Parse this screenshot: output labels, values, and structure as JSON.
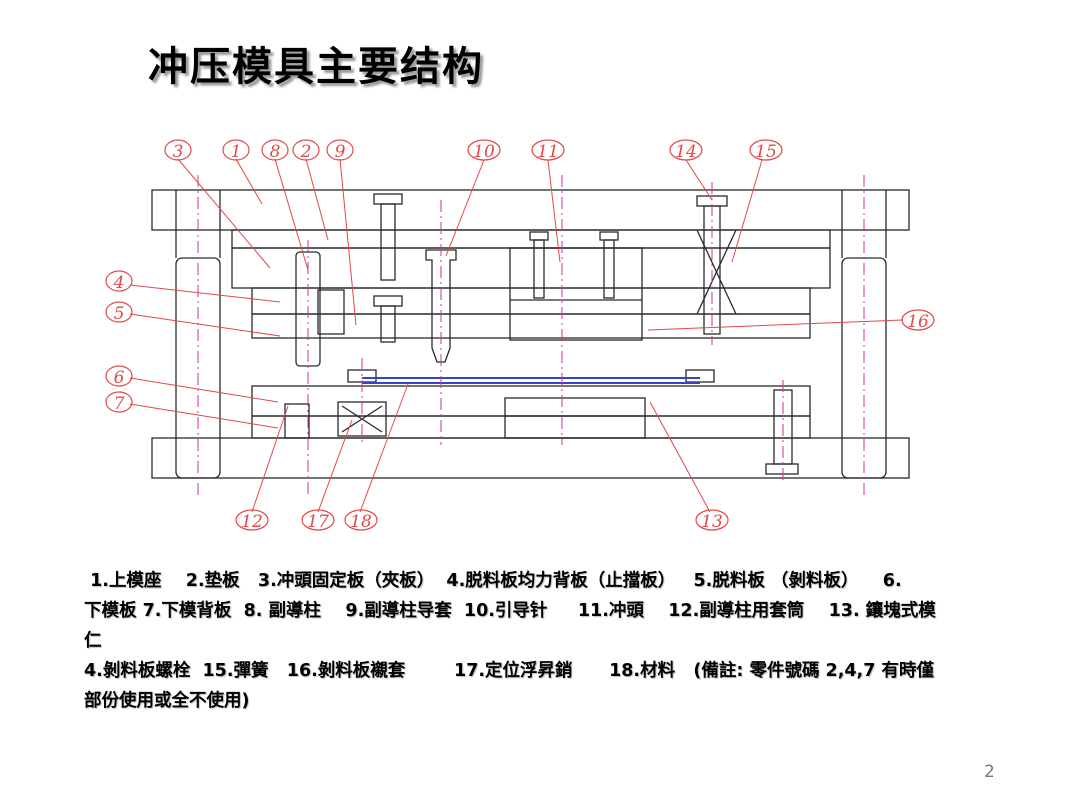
{
  "title": "冲压模具主要结构",
  "page_number": "2",
  "callouts": [
    "1",
    "2",
    "3",
    "4",
    "5",
    "6",
    "7",
    "8",
    "9",
    "10",
    "11",
    "12",
    "13",
    "14",
    "15",
    "16",
    "17",
    "18"
  ],
  "legend_lines": [
    " 1.上模座    2.垫板   3.冲頭固定板（夾板）  4.脱料板均力背板（止擋板）   5.脱料板 （剝料板）    6.",
    "下模板 7.下模背板  8. 副導柱    9.副導柱导套  10.引导针     11.冲頭    12.副導柱用套筒    13. 鑲塊式模",
    "仁",
    "4.剝料板螺栓  15.彈簧   16.剝料板襯套        17.定位浮昇銷      18.材料   (備註: 零件號碼 2,4,7 有時僅",
    "部份使用或全不使用)"
  ],
  "colors": {
    "drawing": "#2a2a2a",
    "centerline": "#d0309a",
    "callout": "#e24848",
    "material": "#3a43c0"
  }
}
